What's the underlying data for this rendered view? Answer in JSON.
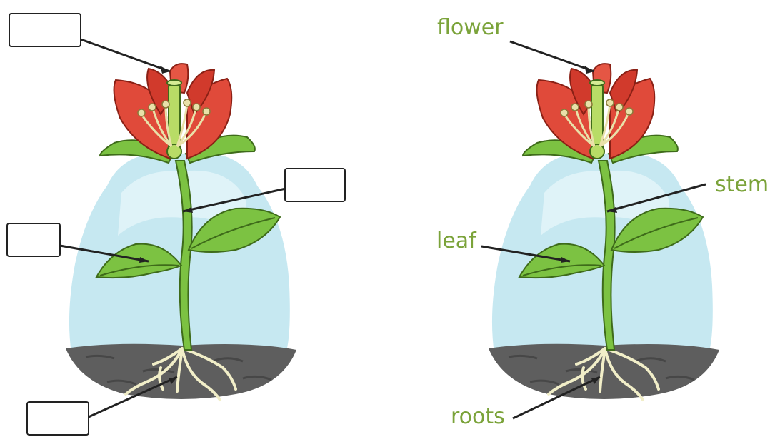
{
  "diagram": {
    "left_panel": {
      "blank_boxes": [
        "",
        "",
        "",
        ""
      ]
    },
    "right_panel": {
      "labels": {
        "flower": "flower",
        "stem": "stem",
        "leaf": "leaf",
        "roots": "roots"
      }
    }
  },
  "colors": {
    "label_green": "#7ba33a",
    "petal_red": "#e04a3a",
    "stem_green": "#7cc242",
    "soil_grey": "#5c5c5c",
    "backdrop_blue": "#bfe3ee"
  }
}
